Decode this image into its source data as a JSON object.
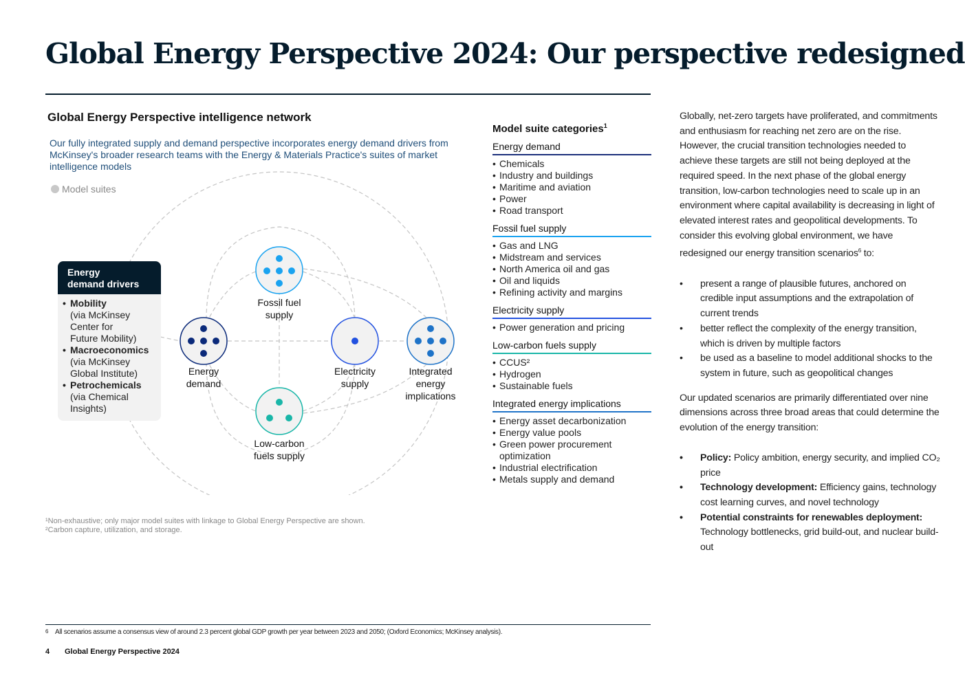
{
  "title": "Global Energy Perspective 2024: Our perspective redesigned",
  "network": {
    "title": "Global Energy Perspective intelligence network",
    "subtitle": "Our fully integrated supply and demand perspective incorporates energy demand drivers from McKinsey's broader research teams with the Energy & Materials Practice's suites of market intelligence models",
    "legend_label": "Model suites",
    "nodes": {
      "fossil": "Fossil fuel\nsupply",
      "energy_demand": "Energy\ndemand",
      "electricity": "Electricity\nsupply",
      "integrated": "Integrated\nenergy\nimplications",
      "lowcarbon": "Low-carbon\nfuels supply"
    },
    "drivers": {
      "title": "Energy\ndemand drivers",
      "items": [
        {
          "name": "Mobility",
          "source": "(via McKinsey\nCenter for\nFuture Mobility)"
        },
        {
          "name": "Macroeconomics",
          "source": "(via McKinsey\nGlobal Institute)"
        },
        {
          "name": "Petrochemicals",
          "source": "(via Chemical\nInsights)"
        }
      ]
    },
    "colors": {
      "navy": "#051c2c",
      "energy_demand": "#0b2a7a",
      "fossil": "#1aa3f0",
      "electricity": "#2251e0",
      "lowcarbon": "#19b6a8",
      "integrated": "#1e73c8"
    }
  },
  "categories": {
    "title": "Model suite categories",
    "title_sup": "1",
    "groups": [
      {
        "name": "Energy demand",
        "color": "#1a2e7a",
        "items": [
          "Chemicals",
          "Industry and buildings",
          "Maritime and aviation",
          "Power",
          "Road transport"
        ]
      },
      {
        "name": "Fossil fuel supply",
        "color": "#1aa3f0",
        "items": [
          "Gas and LNG",
          "Midstream and services",
          "North America oil and gas",
          "Oil and liquids",
          "Refining activity and margins"
        ]
      },
      {
        "name": "Electricity supply",
        "color": "#2251e0",
        "items": [
          "Power generation and pricing"
        ]
      },
      {
        "name": "Low-carbon fuels supply",
        "color": "#19b6a8",
        "items": [
          "CCUS²",
          "Hydrogen",
          "Sustainable fuels"
        ]
      },
      {
        "name": "Integrated energy implications",
        "color": "#1e73c8",
        "items": [
          "Energy asset decarbonization",
          "Energy value pools",
          "Green power procurement optimization",
          "Industrial electrification",
          "Metals supply and demand"
        ]
      }
    ]
  },
  "footnotes": {
    "note1": "¹Non-exhaustive; only major model suites with linkage to Global Energy Perspective are shown.",
    "note2": "²Carbon capture, utilization, and storage.",
    "note6_num": "6",
    "note6": "All scenarios assume a consensus view of around 2.3 percent global GDP growth per year between 2023 and 2050; (Oxford Economics; McKinsey analysis)."
  },
  "footer": {
    "page": "4",
    "report": "Global Energy Perspective 2024"
  },
  "right": {
    "intro": "Globally, net-zero targets have proliferated, and commitments and enthusiasm for reaching net zero are on the rise. However, the crucial transition technologies needed to achieve these targets are still not being deployed at the required speed. In the next phase of the global energy transition, low-carbon technologies need to scale up in an environment where capital availability is decreasing in light of elevated interest rates and geopolitical developments. To consider this evolving global environment, we have redesigned our energy transition scenarios",
    "intro_sup": "6",
    "intro_end": " to:",
    "bullets": [
      "present a range of plausible futures, anchored on credible input assumptions and the extrapolation of current trends",
      "better reflect the complexity of the energy transition, which is driven by multiple factors",
      "be used as a baseline to model additional shocks to the system in future, such as geopolitical changes"
    ],
    "para2": "Our updated scenarios are primarily differentiated over nine dimensions across three broad areas that could determine the evolution of the energy transition:",
    "dimensions": [
      {
        "label": "Policy:",
        "text": " Policy ambition, energy security, and implied CO₂ price"
      },
      {
        "label": "Technology development:",
        "text": " Efficiency gains, technology cost learning curves, and novel technology"
      },
      {
        "label": "Potential constraints for renewables deployment:",
        "text": " Technology bottlenecks, grid build-out, and nuclear build-out"
      }
    ]
  }
}
